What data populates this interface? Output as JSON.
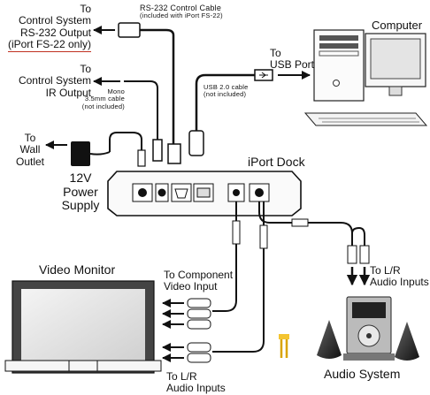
{
  "labels": {
    "rs232_output": {
      "line1": "To",
      "line2": "Control System",
      "line3": "RS-232 Output",
      "line4": "(iPort FS-22 only)"
    },
    "rs232_cable": {
      "line1": "RS-232 Control Cable",
      "line2": "(included with iPort FS-22)"
    },
    "computer": "Computer",
    "usb_port": {
      "line1": "To",
      "line2": "USB Port"
    },
    "ir_output": {
      "line1": "To",
      "line2": "Control System",
      "line3": "IR Output"
    },
    "mono_cable": {
      "line1": "Mono",
      "line2": "3.5mm cable",
      "line3": "(not included)"
    },
    "usb_cable": {
      "line1": "USB 2.0 cable",
      "line2": "(not included)"
    },
    "wall_outlet": {
      "line1": "To",
      "line2": "Wall",
      "line3": "Outlet"
    },
    "power_supply": {
      "line1": "12V",
      "line2": "Power",
      "line3": "Supply"
    },
    "iport_dock": "iPort Dock",
    "video_monitor": "Video Monitor",
    "component_video": {
      "line1": "To Component",
      "line2": "Video Input"
    },
    "lr_audio_monitor": {
      "line1": "To L/R",
      "line2": "Audio Inputs"
    },
    "lr_audio_system": {
      "line1": "To L/R",
      "line2": "Audio Inputs"
    },
    "audio_system": "Audio System"
  },
  "colors": {
    "underline_accent": "#c03020",
    "connector_yellow": "#f4c430"
  }
}
